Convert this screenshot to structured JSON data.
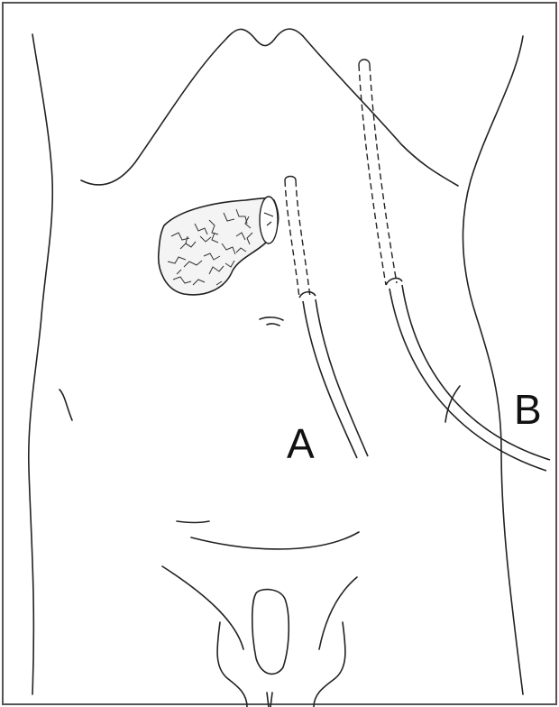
{
  "diagram": {
    "labels": {
      "a": "A",
      "b": "B"
    },
    "colors": {
      "line": "#222222",
      "frame": "#555555",
      "background": "#ffffff"
    },
    "parts": [
      "torso-outline",
      "spleen-graft",
      "catheter-a",
      "catheter-b",
      "navel",
      "genitals"
    ]
  }
}
